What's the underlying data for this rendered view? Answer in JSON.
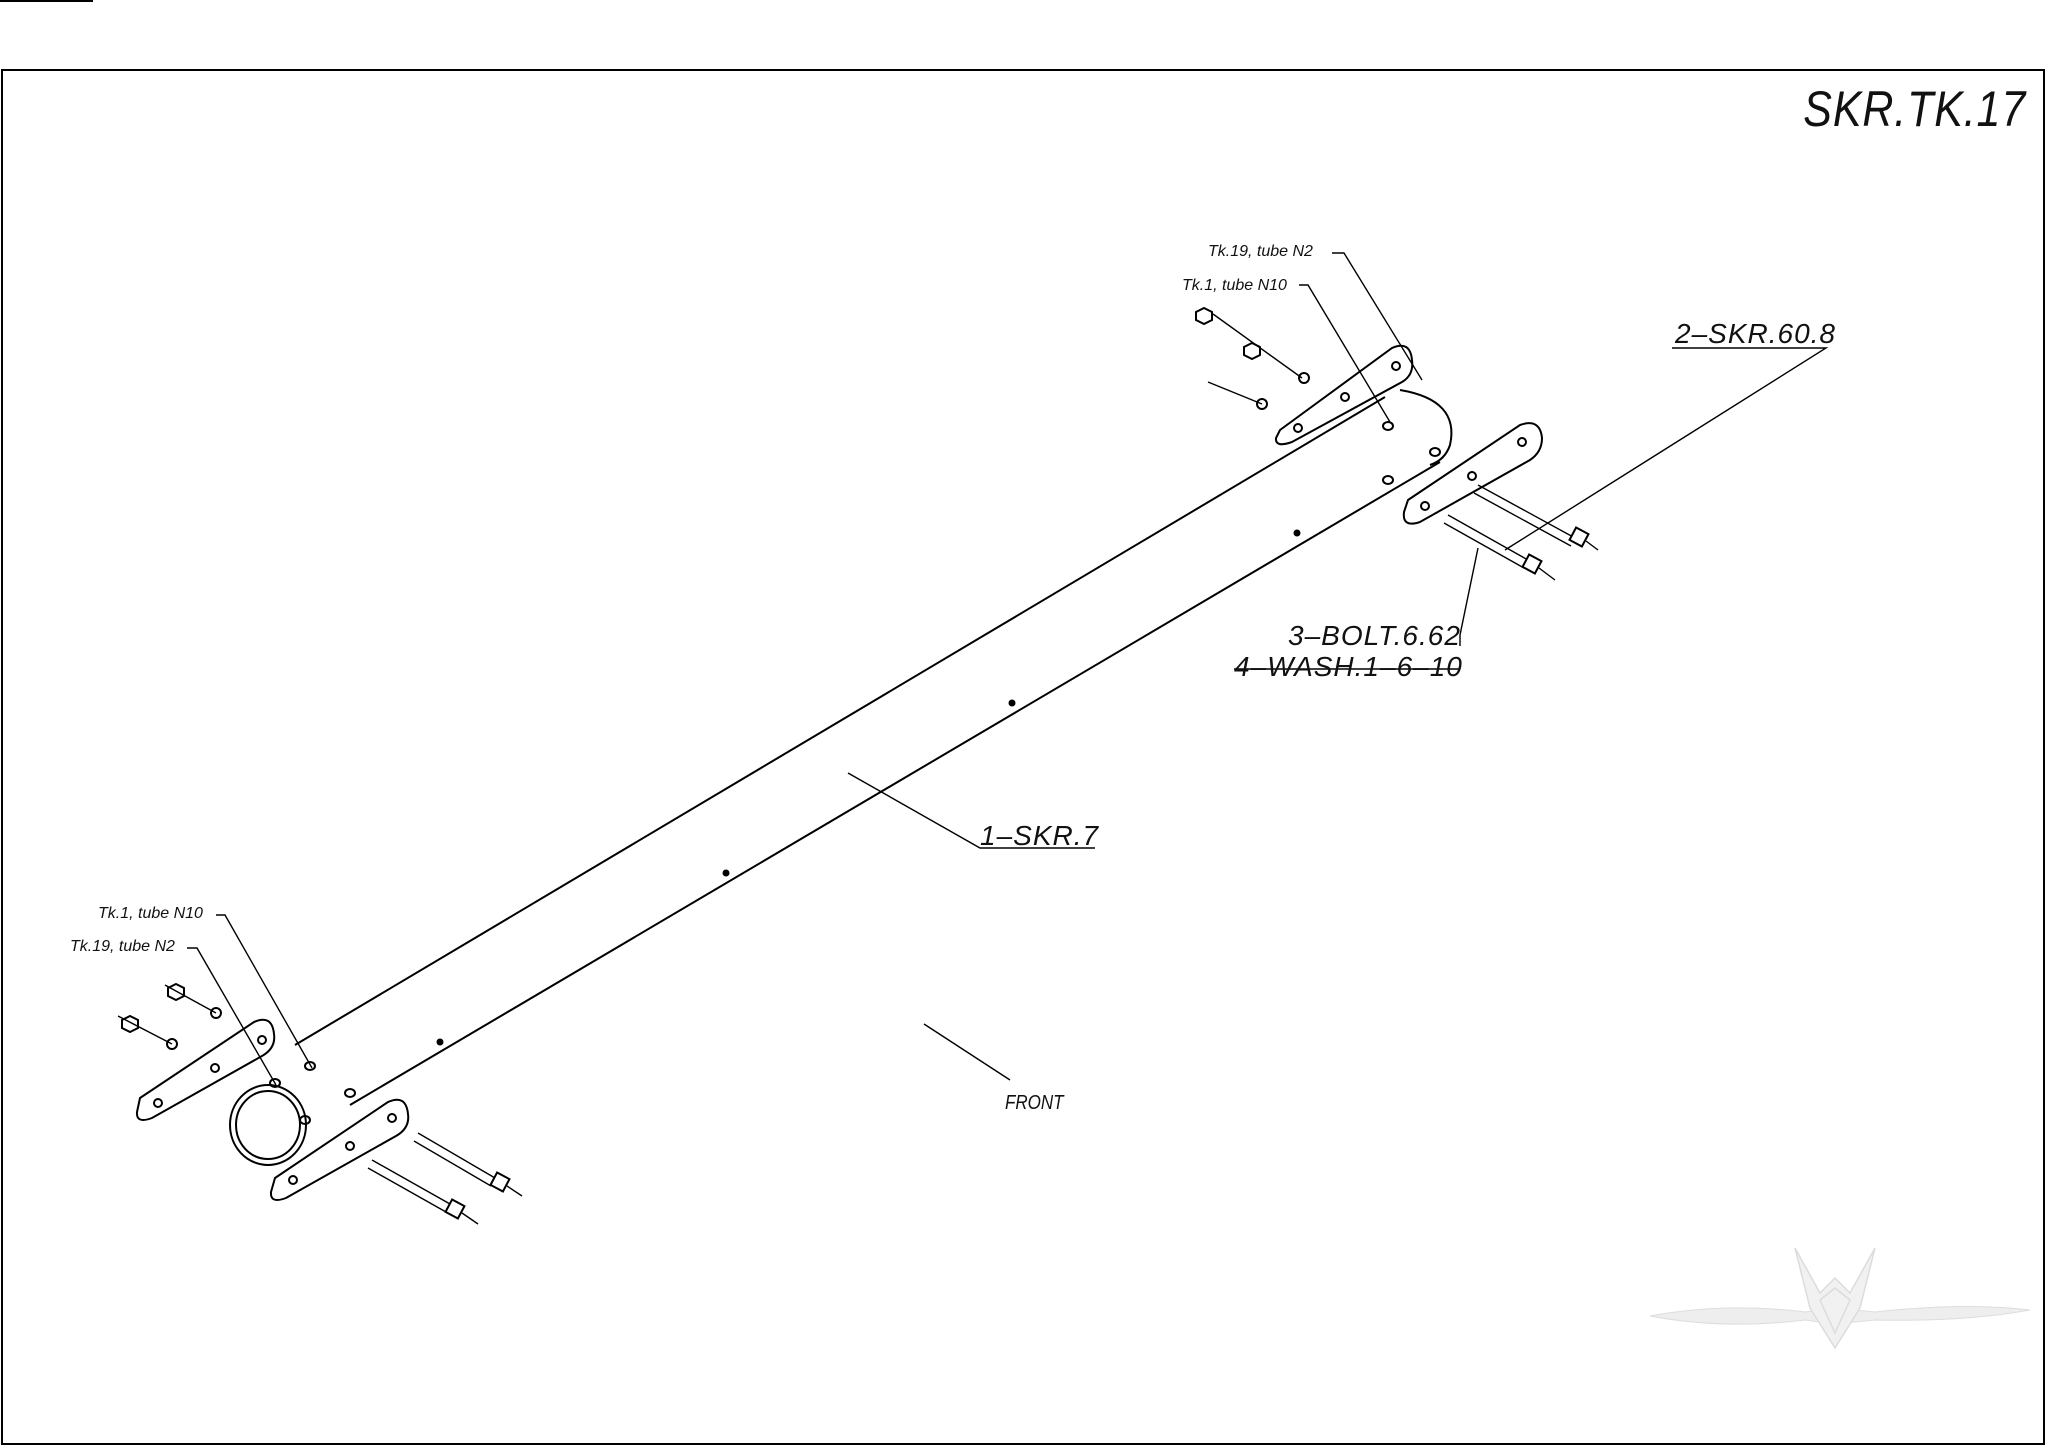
{
  "drawing_number": "SKR.TK.17",
  "callouts": {
    "tube": "1–SKR.7",
    "plate": "2–SKR.60.8",
    "bolt": "3–BOLT.6.62",
    "washer": "4–WASH.1–6–10"
  },
  "references": {
    "top_tk19": "Tk.19, tube N2",
    "top_tk1": "Tk.1, tube N10",
    "bottom_tk1": "Tk.1, tube N10",
    "bottom_tk19": "Tk.19, tube N2"
  },
  "direction_label": "FRONT"
}
